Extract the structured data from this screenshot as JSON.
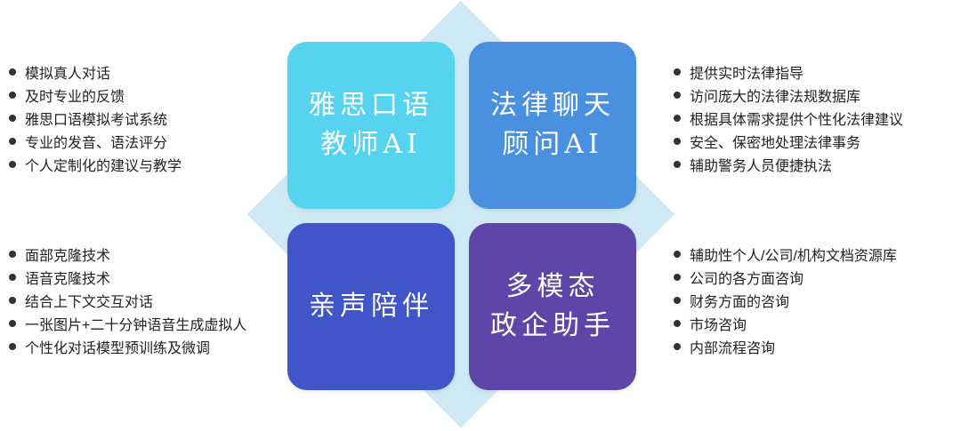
{
  "diamond": {
    "color": "#cfe9f5"
  },
  "quadrants": [
    {
      "id": "tl",
      "title_lines": [
        "雅思口语",
        "教师AI"
      ],
      "color": "#56d3ef",
      "items": [
        "模拟真人对话",
        "及时专业的反馈",
        "雅思口语模拟考试系统",
        "专业的发音、语法评分",
        "个人定制化的建议与教学"
      ]
    },
    {
      "id": "tr",
      "title_lines": [
        "法律聊天",
        "顾问AI"
      ],
      "color": "#4a90e0",
      "items": [
        "提供实时法律指导",
        "访问庞大的法律法规数据库",
        "根据具体需求提供个性化法律建议",
        "安全、保密地处理法律事务",
        "辅助警务人员便捷执法"
      ]
    },
    {
      "id": "bl",
      "title_lines": [
        "亲声陪伴"
      ],
      "color": "#3f55c8",
      "items": [
        "面部克隆技术",
        "语音克隆技术",
        "结合上下文交互对话",
        "一张图片+二十分钟语音生成虚拟人",
        "个性化对话模型预训练及微调"
      ]
    },
    {
      "id": "br",
      "title_lines": [
        "多模态",
        "政企助手"
      ],
      "color": "#5e45a8",
      "items": [
        "辅助性个人/公司/机构文档资源库",
        "公司的各方面咨询",
        "财务方面的咨询",
        "市场咨询",
        "内部流程咨询"
      ]
    }
  ]
}
